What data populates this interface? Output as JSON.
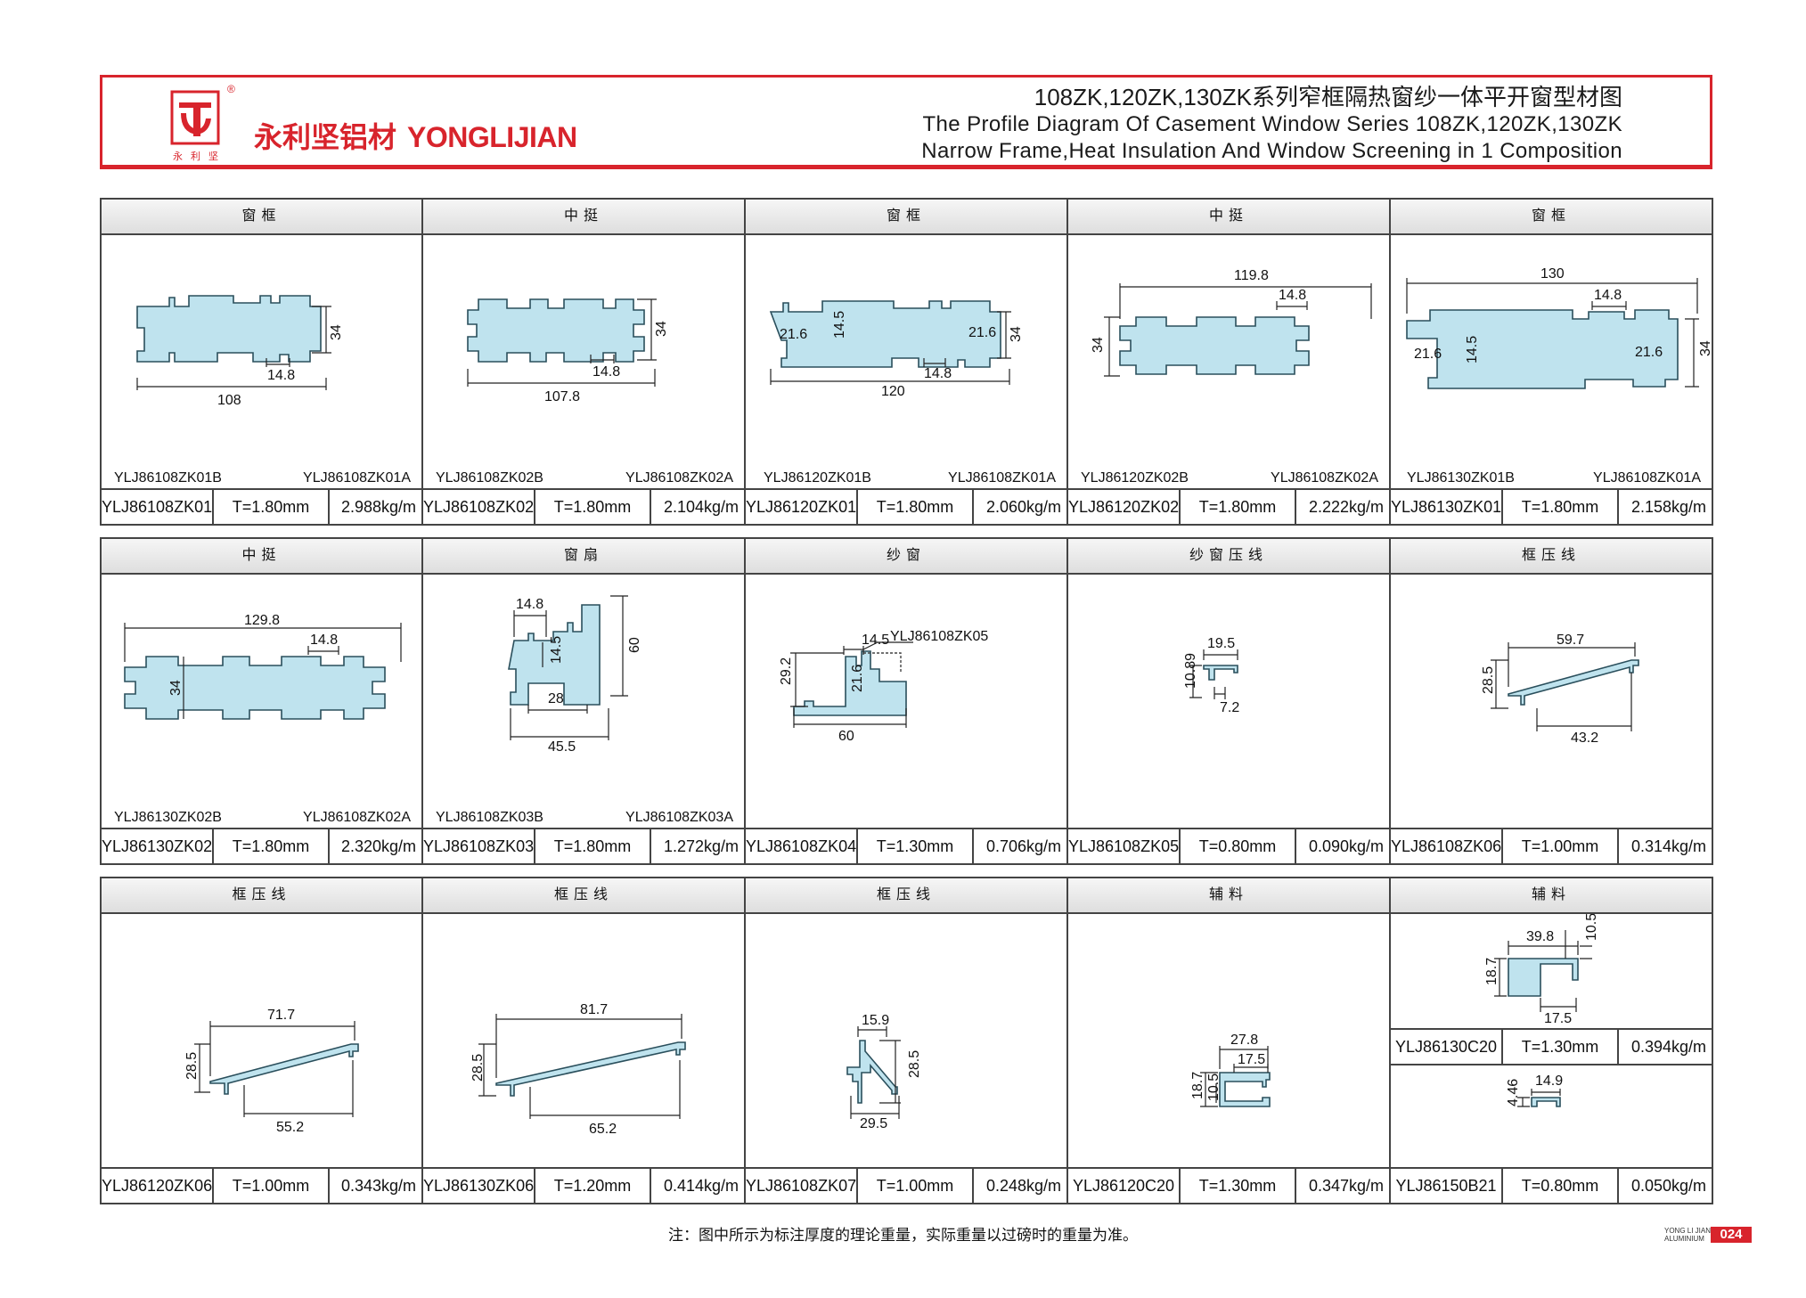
{
  "header": {
    "brand_cn": "永利坚铝材",
    "brand_en": "YONGLIJIAN",
    "logo_small": "永 利 坚",
    "reg_mark": "®",
    "title_cn": "108ZK,120ZK,130ZK系列窄框隔热窗纱一体平开窗型材图",
    "title_en_1": "The Profile Diagram Of Casement Window Series 108ZK,120ZK,130ZK",
    "title_en_2": "Narrow Frame,Heat Insulation And Window Screening in 1 Composition"
  },
  "rows": [
    [
      {
        "header": "窗框",
        "code": "YLJ86108ZK01",
        "thickness": "T=1.80mm",
        "weight": "2.988kg/m",
        "part_left": "YLJ86108ZK01B",
        "part_right": "YLJ86108ZK01A",
        "dims": [
          "108",
          "14.8",
          "34"
        ]
      },
      {
        "header": "中挺",
        "code": "YLJ86108ZK02",
        "thickness": "T=1.80mm",
        "weight": "2.104kg/m",
        "part_left": "YLJ86108ZK02B",
        "part_right": "YLJ86108ZK02A",
        "dims": [
          "107.8",
          "14.8",
          "34"
        ]
      },
      {
        "header": "窗框",
        "code": "YLJ86120ZK01",
        "thickness": "T=1.80mm",
        "weight": "2.060kg/m",
        "part_left": "YLJ86120ZK01B",
        "part_right": "YLJ86108ZK01A",
        "dims": [
          "120",
          "14.8",
          "34",
          "21.6",
          "14.5",
          "21.6"
        ]
      },
      {
        "header": "中挺",
        "code": "YLJ86120ZK02",
        "thickness": "T=1.80mm",
        "weight": "2.222kg/m",
        "part_left": "YLJ86120ZK02B",
        "part_right": "YLJ86108ZK02A",
        "dims": [
          "119.8",
          "14.8",
          "34"
        ]
      },
      {
        "header": "窗框",
        "code": "YLJ86130ZK01",
        "thickness": "T=1.80mm",
        "weight": "2.158kg/m",
        "part_left": "YLJ86130ZK01B",
        "part_right": "YLJ86108ZK01A",
        "dims": [
          "130",
          "14.8",
          "34",
          "21.6",
          "14.5",
          "21.6"
        ]
      }
    ],
    [
      {
        "header": "中挺",
        "code": "YLJ86130ZK02",
        "thickness": "T=1.80mm",
        "weight": "2.320kg/m",
        "part_left": "YLJ86130ZK02B",
        "part_right": "YLJ86108ZK02A",
        "dims": [
          "129.8",
          "14.8",
          "34"
        ]
      },
      {
        "header": "窗扇",
        "code": "YLJ86108ZK03",
        "thickness": "T=1.80mm",
        "weight": "1.272kg/m",
        "part_left": "YLJ86108ZK03B",
        "part_right": "YLJ86108ZK03A",
        "dims": [
          "14.8",
          "14.5",
          "60",
          "28",
          "45.5"
        ]
      },
      {
        "header": "纱窗",
        "code": "YLJ86108ZK04",
        "thickness": "T=1.30mm",
        "weight": "0.706kg/m",
        "part_left": "",
        "part_right": "",
        "callout": "YLJ86108ZK05",
        "dims": [
          "14.5",
          "29.2",
          "21.6",
          "60"
        ]
      },
      {
        "header": "纱窗压线",
        "code": "YLJ86108ZK05",
        "thickness": "T=0.80mm",
        "weight": "0.090kg/m",
        "part_left": "",
        "part_right": "",
        "dims": [
          "19.5",
          "10.89",
          "7.2"
        ]
      },
      {
        "header": "框压线",
        "code": "YLJ86108ZK06",
        "thickness": "T=1.00mm",
        "weight": "0.314kg/m",
        "part_left": "",
        "part_right": "",
        "dims": [
          "59.7",
          "28.5",
          "43.2"
        ]
      }
    ],
    [
      {
        "header": "框压线",
        "code": "YLJ86120ZK06",
        "thickness": "T=1.00mm",
        "weight": "0.343kg/m",
        "dims": [
          "71.7",
          "28.5",
          "55.2"
        ]
      },
      {
        "header": "框压线",
        "code": "YLJ86130ZK06",
        "thickness": "T=1.20mm",
        "weight": "0.414kg/m",
        "dims": [
          "81.7",
          "28.5",
          "65.2"
        ]
      },
      {
        "header": "框压线",
        "code": "YLJ86108ZK07",
        "thickness": "T=1.00mm",
        "weight": "0.248kg/m",
        "dims": [
          "15.9",
          "28.5",
          "29.5"
        ]
      },
      {
        "header": "辅料",
        "code": "YLJ86120C20",
        "thickness": "T=1.30mm",
        "weight": "0.347kg/m",
        "dims": [
          "27.8",
          "17.5",
          "18.7",
          "10.5"
        ]
      },
      {
        "header": "辅料",
        "sub": [
          {
            "code": "YLJ86130C20",
            "thickness": "T=1.30mm",
            "weight": "0.394kg/m",
            "dims": [
              "39.8",
              "10.5",
              "18.7",
              "17.5"
            ]
          },
          {
            "code": "YLJ86150B21",
            "thickness": "T=0.80mm",
            "weight": "0.050kg/m",
            "dims": [
              "4.46",
              "14.9"
            ]
          }
        ]
      }
    ]
  ],
  "footnote": "注：图中所示为标注厚度的理论重量，实际重量以过磅时的重量为准。",
  "page": {
    "brand": "YONG LI JIAN",
    "sub": "ALUMINIUM",
    "number": "024"
  },
  "colors": {
    "accent": "#d8242c",
    "profile_fill": "#bfe3ee",
    "profile_stroke": "#2a4f5c"
  }
}
